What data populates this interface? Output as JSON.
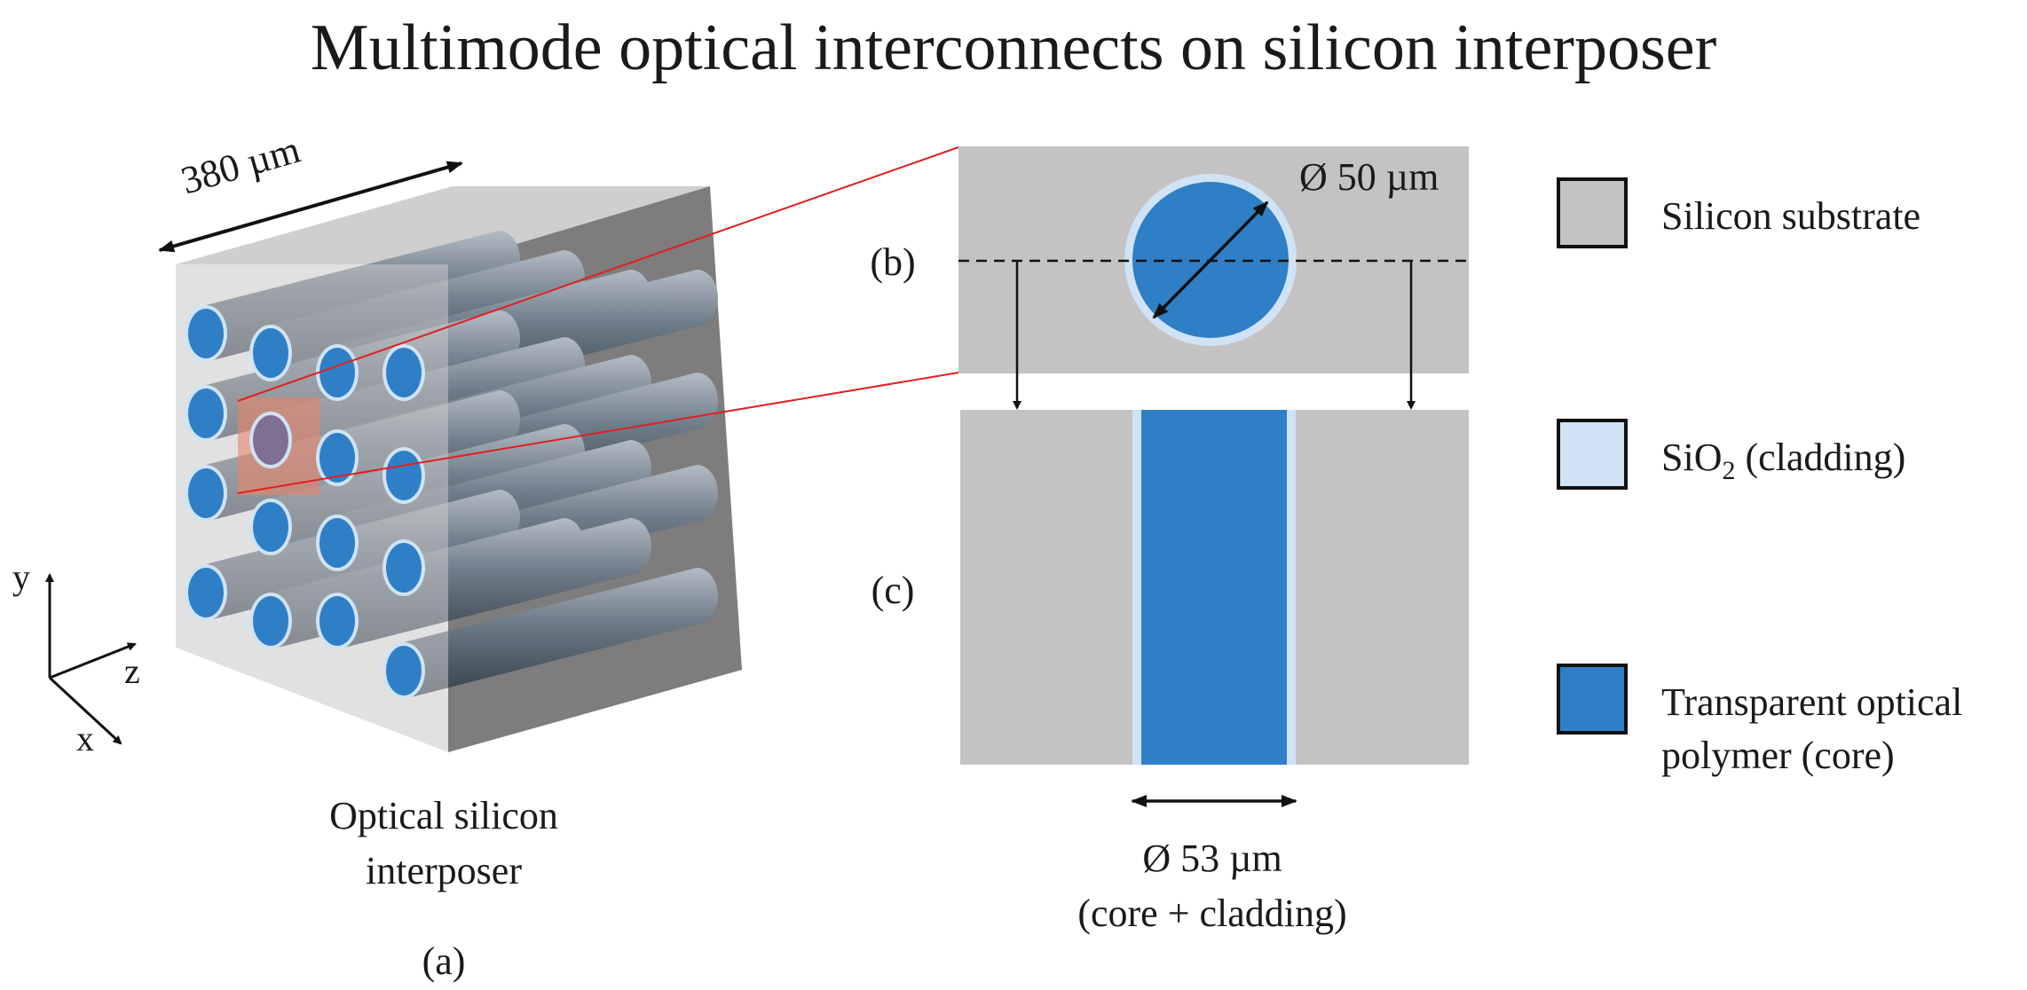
{
  "title": "Multimode optical interconnects on silicon interposer",
  "panel_a": {
    "dimension": "380 µm",
    "caption_line1": "Optical silicon",
    "caption_line2": "interposer",
    "label": "(a)",
    "axes": {
      "y": "y",
      "z": "z",
      "x": "x"
    }
  },
  "panel_b": {
    "label": "(b)",
    "diameter": "Ø 50 µm"
  },
  "panel_c": {
    "label": "(c)",
    "diameter": "Ø 53 µm",
    "diameter_note": "(core + cladding)"
  },
  "legend": {
    "substrate": "Silicon substrate",
    "cladding_prefix": "SiO",
    "cladding_sub": "2",
    "cladding_suffix": " (cladding)",
    "core_line1": "Transparent optical",
    "core_line2": "polymer (core)"
  },
  "colors": {
    "substrate": "#c4c2c3",
    "cladding": "#cfe3f4",
    "core": "#2f7fc6",
    "highlight": "#e8866a",
    "callout_line": "#e02020"
  }
}
